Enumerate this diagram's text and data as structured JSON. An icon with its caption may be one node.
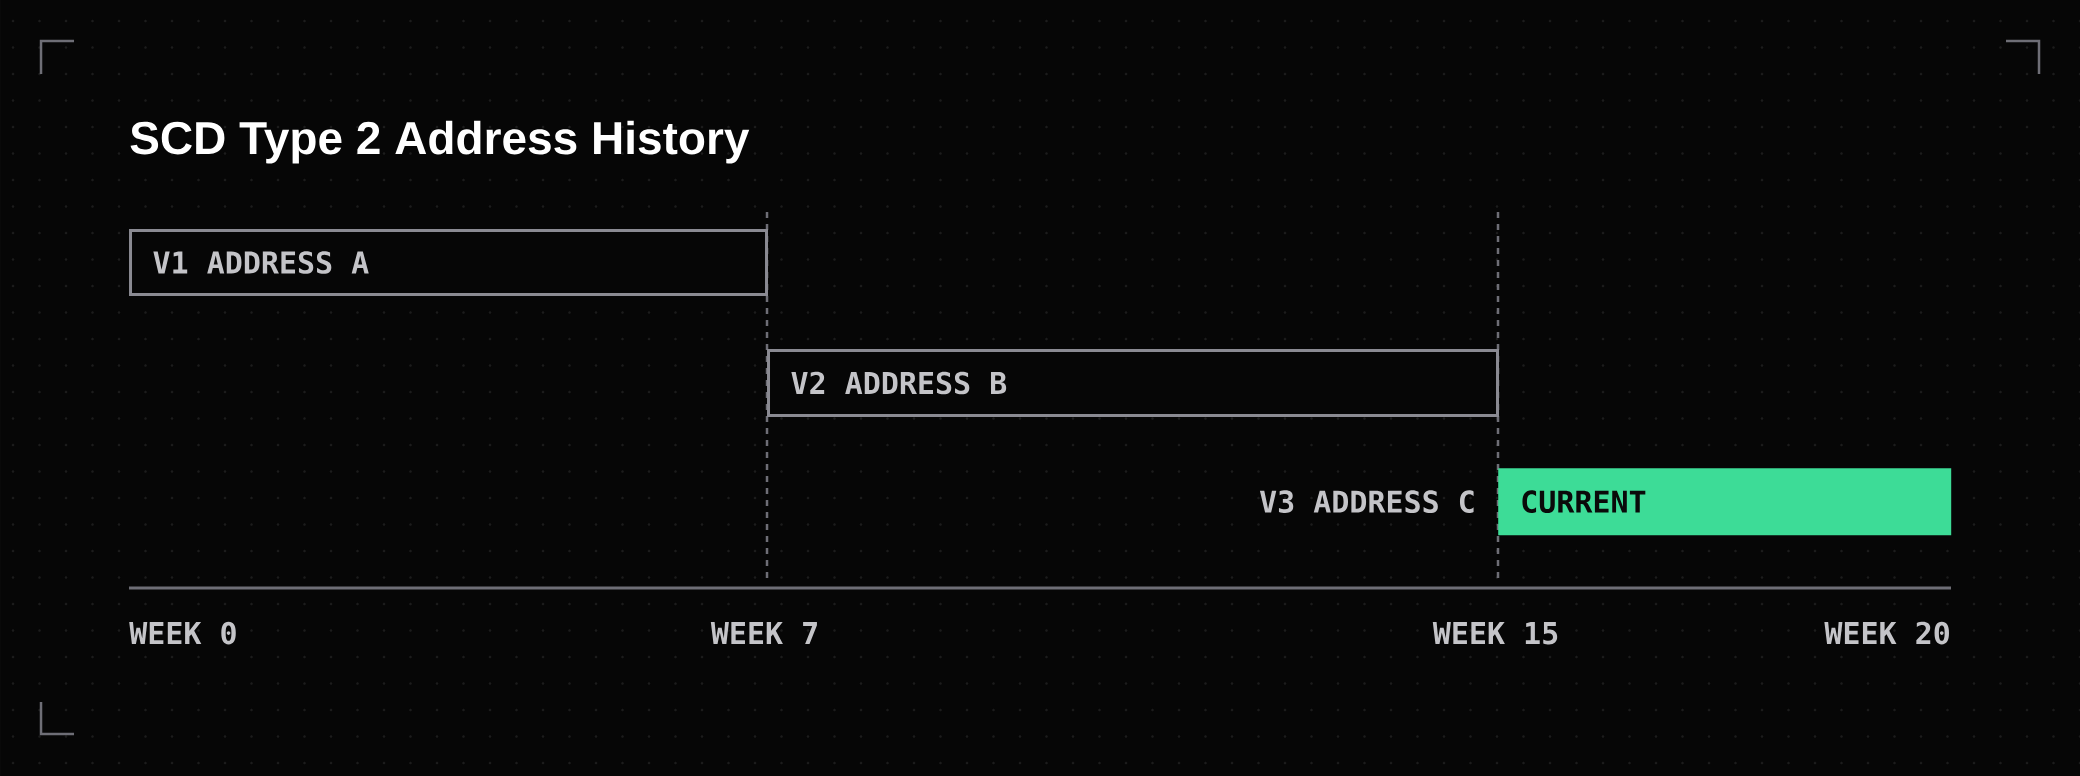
{
  "diagram": {
    "title": "SCD Type 2 Address History",
    "nodes": [
      {
        "text": [
          "V1 ADDRESS A"
        ]
      },
      {
        "text": [
          "V2 ADDRESS B"
        ]
      },
      {
        "text": [
          "CURRENT"
        ],
        "beside": [
          "V3 ADDRESS C"
        ]
      }
    ],
    "labels": [
      "WEEK 0",
      "WEEK 7",
      "WEEK 15",
      "WEEK 20"
    ]
  }
}
